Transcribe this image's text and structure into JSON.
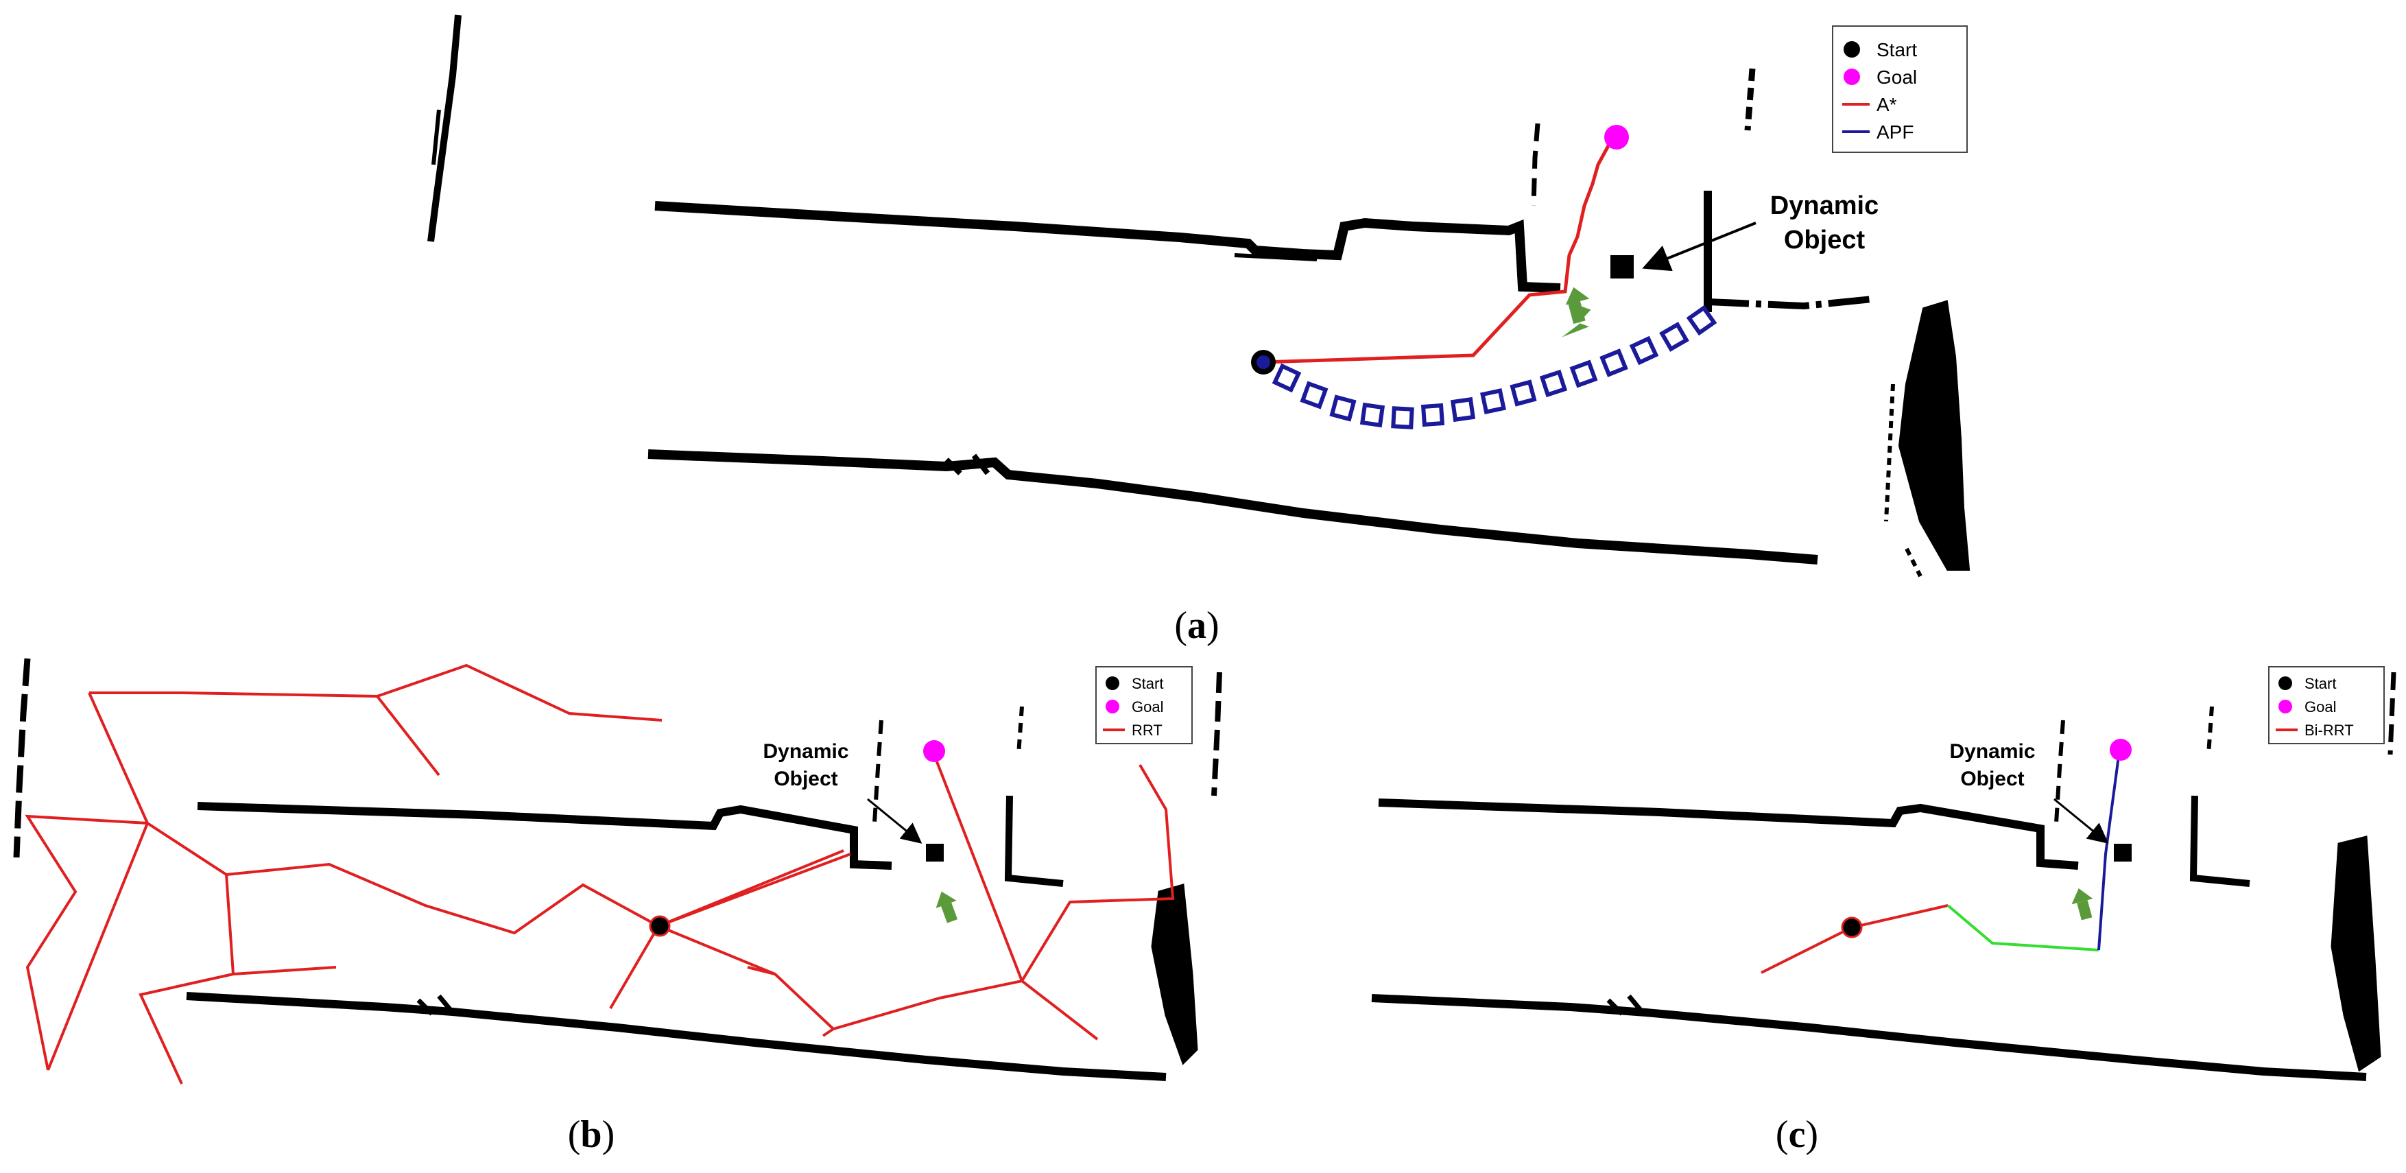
{
  "panels": {
    "a": {
      "label_open": "(",
      "label_letter": "a",
      "label_close": ")",
      "legend": {
        "start": "Start",
        "goal": "Goal",
        "path1": "A*",
        "path2": "APF"
      },
      "annotation": {
        "line1": "Dynamic",
        "line2": "Object"
      }
    },
    "b": {
      "label_open": "(",
      "label_letter": "b",
      "label_close": ")",
      "legend": {
        "start": "Start",
        "goal": "Goal",
        "path1": "RRT"
      },
      "annotation": {
        "line1": "Dynamic",
        "line2": "Object"
      }
    },
    "c": {
      "label_open": "(",
      "label_letter": "c",
      "label_close": ")",
      "legend": {
        "start": "Start",
        "goal": "Goal",
        "path1": "Bi-RRT"
      },
      "annotation": {
        "line1": "Dynamic",
        "line2": "Object"
      }
    }
  },
  "colors": {
    "obstacle": "#000000",
    "start_marker": "#000000",
    "goal_marker": "#ff00ff",
    "astar_path": "#e02020",
    "apf_path": "#1a1a9a",
    "rrt_tree": "#e02020",
    "birrt_start_tree": "#e02020",
    "birrt_connect": "#33dd33",
    "birrt_goal_tree": "#1a1a9a",
    "robot_arrow": "#5a9a3a"
  },
  "icons": [
    "start-marker-icon",
    "goal-marker-icon",
    "dynamic-object-icon",
    "robot-direction-arrow-icon"
  ]
}
